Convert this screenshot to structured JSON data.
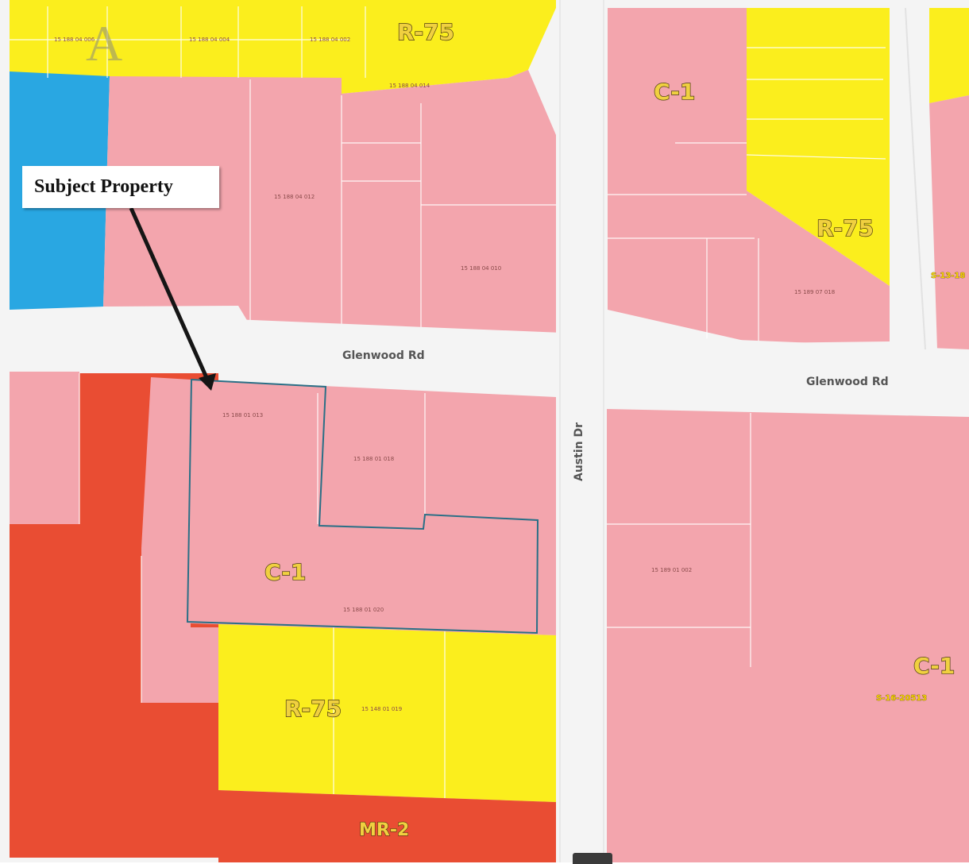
{
  "callout": {
    "label": "Subject Property"
  },
  "roads": {
    "glenwood_west": "Glenwood Rd",
    "glenwood_east": "Glenwood Rd",
    "austin": "Austin Dr"
  },
  "zones": {
    "r75_top": "R-75",
    "c1_upper_right": "C-1",
    "r75_upper_right": "R-75",
    "c1_subject": "C-1",
    "r75_south": "R-75",
    "c1_east": "C-1",
    "mr2_south": "MR-2"
  },
  "case_numbers": {
    "east_block": "S-16-20513",
    "far_right": "S-13-18"
  },
  "compass": "A",
  "colors": {
    "commercial_c1": "#f3a5ad",
    "residential_r75": "#fbee1d",
    "multifamily_mr2": "#e94d33",
    "office": "#29a7e2",
    "road": "#f4f4f4",
    "subject_outline": "#2a6f86"
  },
  "legend_icons": [
    "north-arrow-icon"
  ]
}
